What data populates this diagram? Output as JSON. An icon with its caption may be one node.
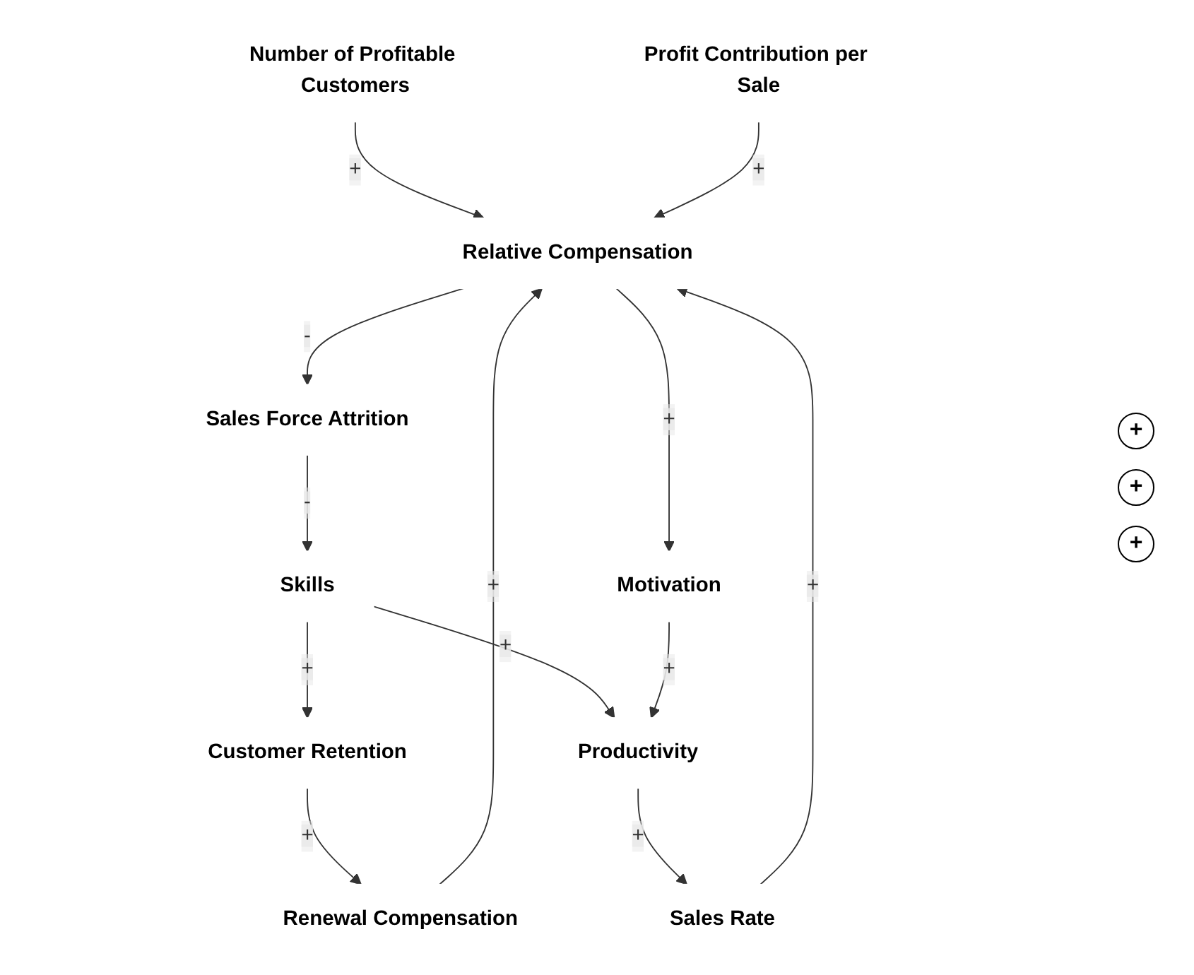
{
  "diagram": {
    "nodes": [
      {
        "text": [
          "Number of Profitable Customers"
        ]
      },
      {
        "text": [
          "Profit Contribution per Sale"
        ]
      },
      {
        "text": [
          "Relative Compensation"
        ]
      },
      {
        "text": [
          "Sales Force Attrition"
        ]
      },
      {
        "text": [
          "Renewal Compensation"
        ]
      },
      {
        "text": [
          "Skills"
        ]
      },
      {
        "text": [
          "Customer Retention"
        ]
      },
      {
        "text": [
          "Motivation"
        ]
      },
      {
        "text": [
          "Sales Rate"
        ]
      },
      {
        "text": [
          "Productivity"
        ]
      }
    ],
    "edges": [
      {
        "from": 0,
        "to": 2,
        "arrow": "to",
        "label": "+"
      },
      {
        "from": 1,
        "to": 2,
        "arrow": "to",
        "label": "+"
      },
      {
        "from": 8,
        "to": 2,
        "arrow": "to",
        "label": "+"
      },
      {
        "from": 4,
        "to": 2,
        "arrow": "to",
        "label": "+"
      },
      {
        "from": 2,
        "to": 3,
        "arrow": "to",
        "label": "-"
      },
      {
        "from": 2,
        "to": 7,
        "arrow": "to",
        "label": "+"
      },
      {
        "from": 3,
        "to": 5,
        "arrow": "to",
        "label": "-"
      },
      {
        "from": 5,
        "to": 6,
        "arrow": "to",
        "label": "+"
      },
      {
        "from": 6,
        "to": 4,
        "arrow": "to",
        "label": "+"
      },
      {
        "from": 5,
        "to": 9,
        "arrow": "to",
        "label": "+"
      },
      {
        "from": 7,
        "to": 9,
        "arrow": "to",
        "label": "+"
      },
      {
        "from": 9,
        "to": 8,
        "arrow": "to",
        "label": "+"
      }
    ],
    "labels": [
      "+",
      "+",
      "+"
    ]
  }
}
